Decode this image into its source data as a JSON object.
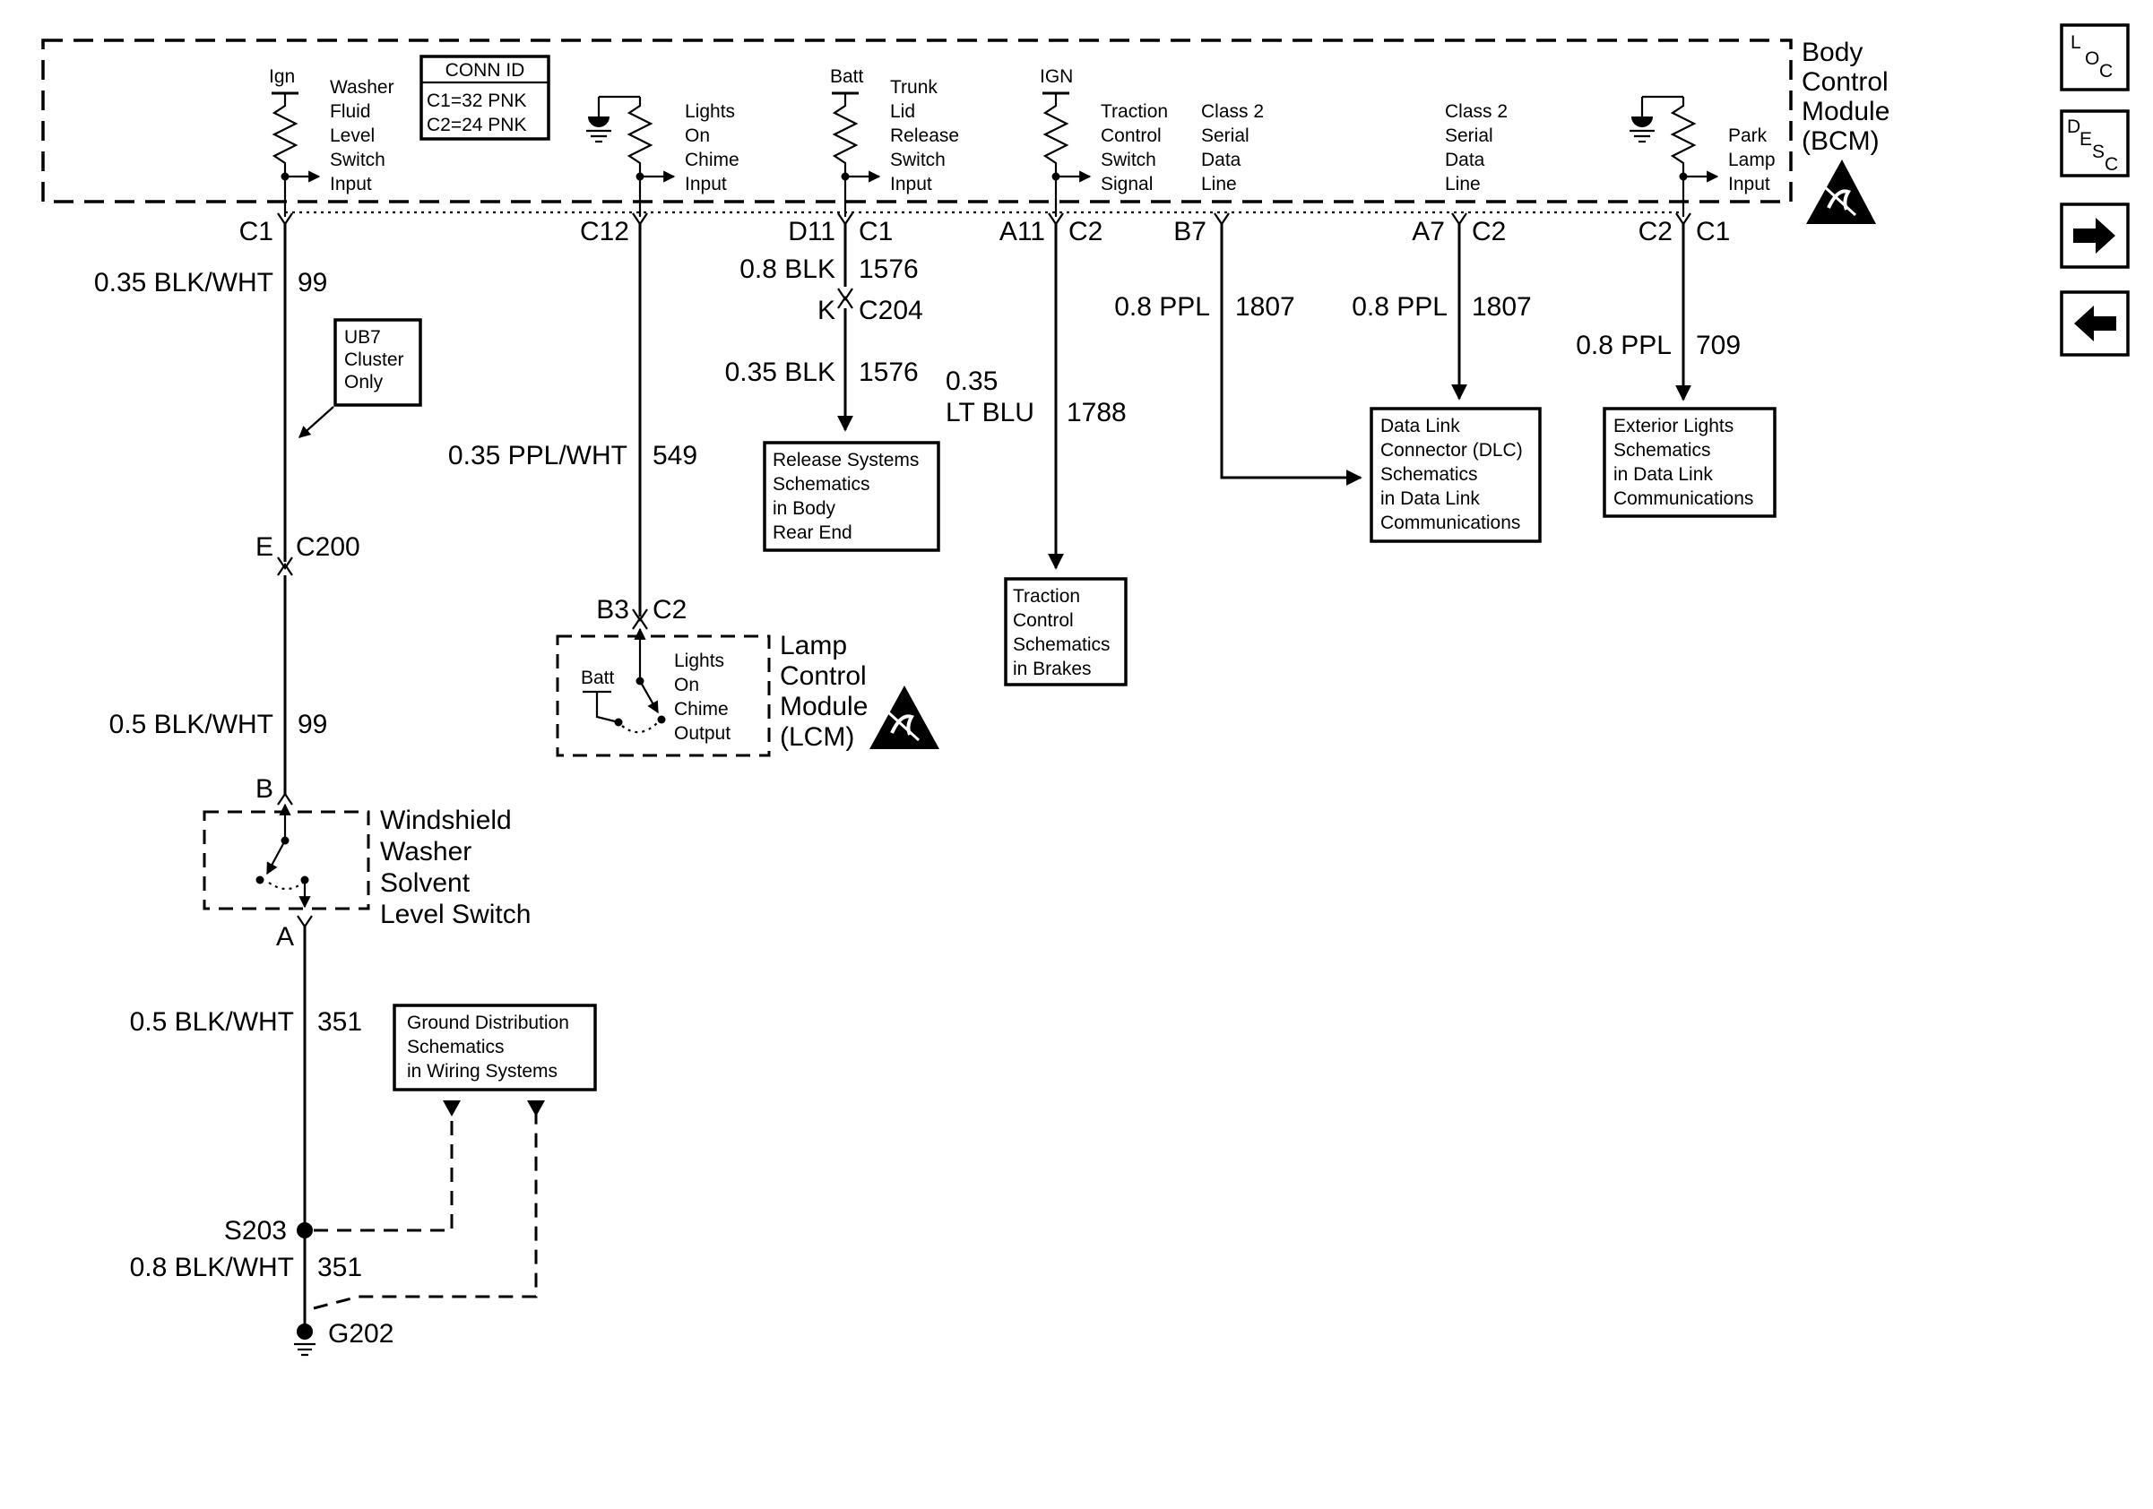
{
  "bcm": {
    "title": [
      "Body",
      "Control",
      "Module",
      "(BCM)"
    ]
  },
  "conn_id": {
    "title": "CONN ID",
    "lines": [
      "C1=32 PNK",
      "C2=24 PNK"
    ]
  },
  "inputs": {
    "washer": {
      "supply": "Ign",
      "label": [
        "Washer",
        "Fluid",
        "Level",
        "Switch",
        "Input"
      ]
    },
    "chime": {
      "label": [
        "Lights",
        "On",
        "Chime",
        "Input"
      ]
    },
    "trunk": {
      "supply": "Batt",
      "label": [
        "Trunk",
        "Lid",
        "Release",
        "Switch",
        "Input"
      ]
    },
    "traction": {
      "supply": "IGN",
      "label": [
        "Traction",
        "Control",
        "Switch",
        "Signal"
      ]
    },
    "class2a": {
      "label": [
        "Class 2",
        "Serial",
        "Data",
        "Line"
      ]
    },
    "class2b": {
      "label": [
        "Class 2",
        "Serial",
        "Data",
        "Line"
      ]
    },
    "park": {
      "label": [
        "Park",
        "Lamp",
        "Input"
      ]
    }
  },
  "pins": {
    "washer": {
      "pin": "C1"
    },
    "chime": {
      "pin": "C12"
    },
    "trunk": {
      "pin": "D11",
      "conn": "C1"
    },
    "traction": {
      "pin": "A11",
      "conn": "C2"
    },
    "b7": {
      "pin": "B7"
    },
    "a7": {
      "pin": "A7",
      "conn": "C2"
    },
    "park": {
      "pin": "C2",
      "conn": "C1"
    }
  },
  "wires": {
    "w1": {
      "gauge": "0.35 BLK/WHT",
      "circuit": "99"
    },
    "w2": {
      "gauge": "0.5 BLK/WHT",
      "circuit": "99"
    },
    "w3": {
      "gauge": "0.5 BLK/WHT",
      "circuit": "351"
    },
    "w4": {
      "gauge": "0.8 BLK/WHT",
      "circuit": "351"
    },
    "w5": {
      "gauge": "0.35 PPL/WHT",
      "circuit": "549"
    },
    "w6": {
      "gauge": "0.8 BLK",
      "circuit": "1576"
    },
    "w7": {
      "gauge": "0.35 BLK",
      "circuit": "1576"
    },
    "w8": {
      "gauge": [
        "0.35",
        "LT BLU"
      ],
      "circuit": "1788"
    },
    "w9": {
      "gauge": "0.8 PPL",
      "circuit": "1807"
    },
    "w10": {
      "gauge": "0.8 PPL",
      "circuit": "1807"
    },
    "w11": {
      "gauge": "0.8 PPL",
      "circuit": "709"
    }
  },
  "connectors": {
    "c200": {
      "pin": "E",
      "conn": "C200"
    },
    "c204": {
      "pin": "K",
      "conn": "C204"
    },
    "sw_b": "B",
    "sw_a": "A",
    "lcm": {
      "pin": "B3",
      "conn": "C2"
    }
  },
  "ub7": [
    "UB7",
    "Cluster",
    "Only"
  ],
  "refs": {
    "release": [
      "Release Systems",
      "Schematics",
      "in Body",
      "Rear End"
    ],
    "traction": [
      "Traction",
      "Control",
      "Schematics",
      "in Brakes"
    ],
    "dlc": [
      "Data Link",
      "Connector (DLC)",
      "Schematics",
      "in Data Link",
      "Communications"
    ],
    "ext": [
      "Exterior Lights",
      "Schematics",
      "in Data Link",
      "Communications"
    ],
    "ground": [
      "Ground Distribution",
      "Schematics",
      "in Wiring Systems"
    ]
  },
  "lcm": {
    "title": [
      "Lamp",
      "Control",
      "Module",
      "(LCM)"
    ],
    "supply": "Batt",
    "label": [
      "Lights",
      "On",
      "Chime",
      "Output"
    ]
  },
  "washer_switch": {
    "title": [
      "Windshield",
      "Washer",
      "Solvent",
      "Level Switch"
    ]
  },
  "splice": "S203",
  "ground": "G202",
  "nav": {
    "loc": [
      "L",
      "O",
      "C"
    ],
    "desc": [
      "D",
      "E",
      "S",
      "C"
    ],
    "next": "→",
    "prev": "←"
  }
}
